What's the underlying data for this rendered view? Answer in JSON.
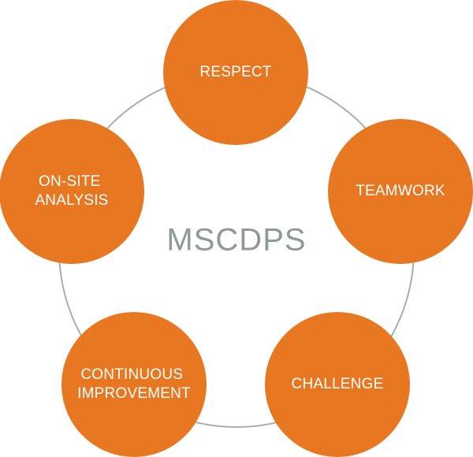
{
  "center": {
    "label": "MSCDPS"
  },
  "nodes": [
    {
      "lines": [
        "RESPECT"
      ]
    },
    {
      "lines": [
        "TEAMWORK"
      ]
    },
    {
      "lines": [
        "CHALLENGE"
      ]
    },
    {
      "lines": [
        "CONTINUOUS",
        "IMPROVEMENT"
      ]
    },
    {
      "lines": [
        "ON-SITE",
        "ANALYSIS"
      ]
    }
  ],
  "colors": {
    "node_fill": "#E87722",
    "ring_stroke": "#A7AFAE",
    "center_text": "#8E9A99",
    "node_text": "#FFFFFF"
  }
}
